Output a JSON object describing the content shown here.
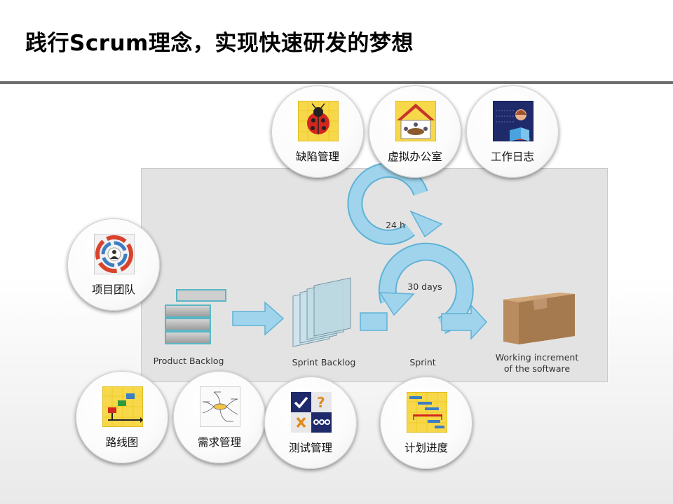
{
  "title": "践行Scrum理念，实现快速研发的梦想",
  "flow": {
    "product_backlog": "Product Backlog",
    "sprint_backlog": "Sprint Backlog",
    "sprint": "Sprint",
    "cycle_24h": "24 h",
    "cycle_30days": "30 days",
    "increment_line1": "Working increment",
    "increment_line2": "of the software"
  },
  "modules": {
    "defect": "缺陷管理",
    "virtual_office": "虚拟办公室",
    "work_log": "工作日志",
    "team": "项目团队",
    "roadmap": "路线图",
    "requirements": "需求管理",
    "testing": "测试管理",
    "schedule": "计划进度"
  },
  "colors": {
    "flow_blue": "#9fd4ec",
    "flow_edge": "#5fb2d6",
    "box": "#b88c5e",
    "title_bar": "#6e6e6e"
  },
  "icons": [
    "ladybug-icon",
    "house-icon",
    "person-book-icon",
    "team-target-icon",
    "roadmap-icon",
    "mindmap-icon",
    "test-grid-icon",
    "gantt-icon"
  ]
}
